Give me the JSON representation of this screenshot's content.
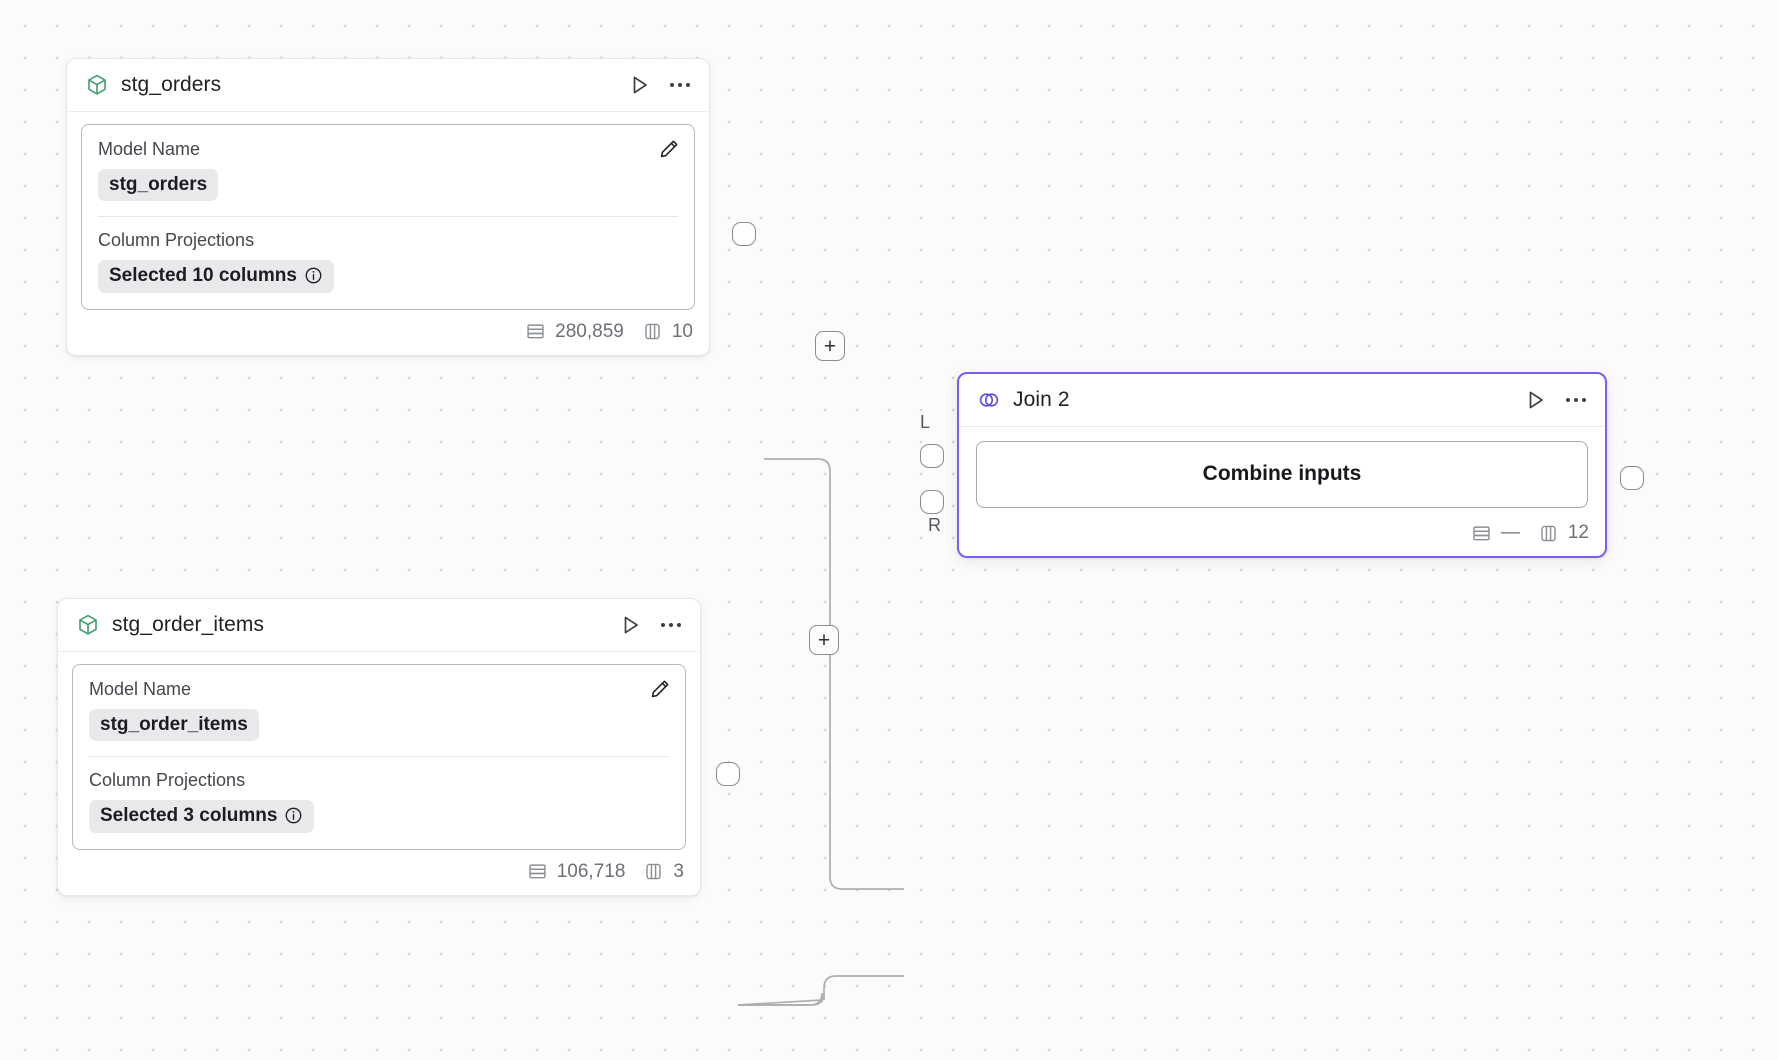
{
  "canvas": {
    "background": "#fbfbfb",
    "dot_color": "#d4d4d8",
    "accent": "#7c5cff",
    "model_icon_color": "#3f9e6d"
  },
  "nodes": [
    {
      "id": "stg_orders",
      "title": "stg_orders",
      "type_icon": "cube-icon",
      "play_icon": "play-icon",
      "menu_icon": "more-options-icon",
      "edit_icon": "pencil-icon",
      "fields": [
        {
          "label": "Model Name",
          "value": "stg_orders",
          "info": false
        },
        {
          "label": "Column Projections",
          "value": "Selected 10 columns",
          "info": true
        }
      ],
      "footer": {
        "rows_icon": "rows-icon",
        "rows": "280,859",
        "columns_icon": "columns-icon",
        "columns": "10"
      }
    },
    {
      "id": "stg_order_items",
      "title": "stg_order_items",
      "type_icon": "cube-icon",
      "play_icon": "play-icon",
      "menu_icon": "more-options-icon",
      "edit_icon": "pencil-icon",
      "fields": [
        {
          "label": "Model Name",
          "value": "stg_order_items",
          "info": false
        },
        {
          "label": "Column Projections",
          "value": "Selected 3 columns",
          "info": true
        }
      ],
      "footer": {
        "rows_icon": "rows-icon",
        "rows": "106,718",
        "columns_icon": "columns-icon",
        "columns": "3"
      }
    }
  ],
  "join_node": {
    "title": "Join 2",
    "type_icon": "venn-join-icon",
    "play_icon": "play-icon",
    "menu_icon": "more-options-icon",
    "combine_button": "Combine inputs",
    "footer": {
      "rows_icon": "rows-icon",
      "rows": "—",
      "columns_icon": "columns-icon",
      "columns": "12"
    },
    "input_port_labels": {
      "left": "L",
      "right": "R"
    },
    "selected": true
  },
  "edges": [
    {
      "from": "stg_orders",
      "to": "join-left",
      "add_button": "+"
    },
    {
      "from": "stg_order_items",
      "to": "join-right",
      "add_button": "+"
    }
  ],
  "info_glyph": "ⓘ"
}
